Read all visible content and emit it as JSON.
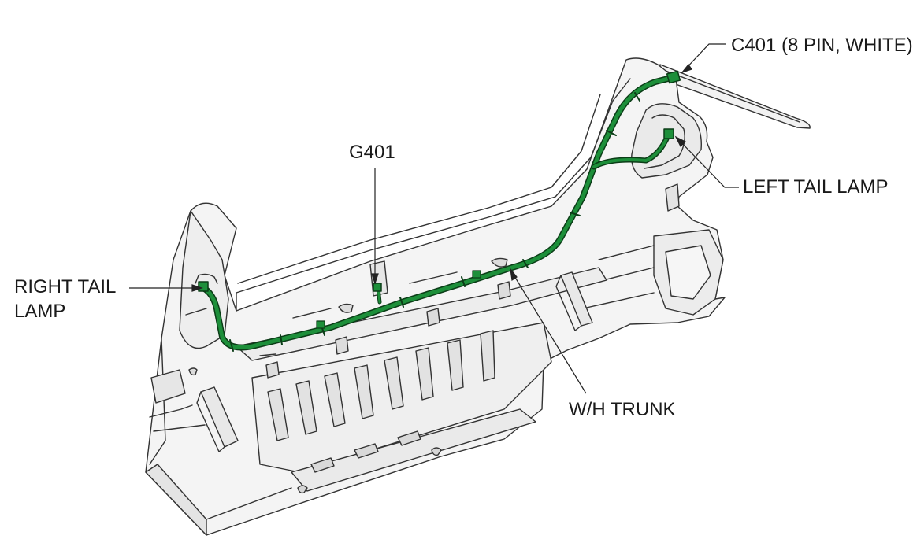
{
  "labels": {
    "c401": "C401 (8 PIN, WHITE)",
    "left_tail_lamp": "LEFT TAIL LAMP",
    "g401": "G401",
    "right_tail_lamp_line1": "RIGHT TAIL",
    "right_tail_lamp_line2": "LAMP",
    "wh_trunk": "W/H TRUNK"
  },
  "colors": {
    "harness": "#1d8f3a",
    "harness_outline": "#0b3d17",
    "outline": "#333333",
    "body_fill": "#f2f2f2",
    "shadow_fill": "#e3e3e3",
    "text": "#1a1a1a"
  }
}
